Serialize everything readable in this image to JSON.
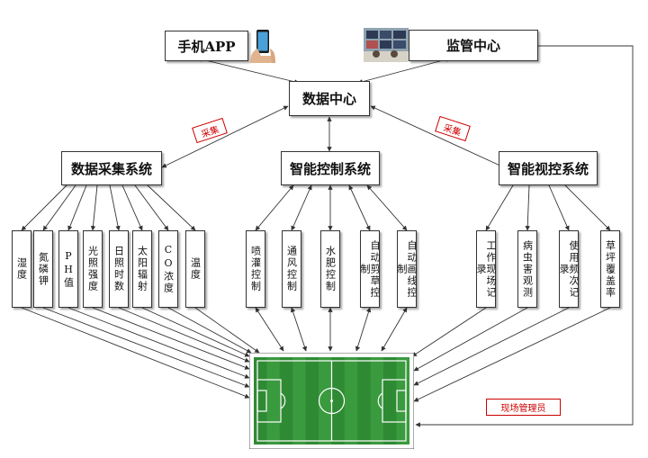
{
  "top": {
    "app_label": "手机APP",
    "monitor_label": "监管中心",
    "data_center": "数据中心"
  },
  "collect_tags": [
    "采集",
    "采集"
  ],
  "systems": {
    "collection": {
      "title": "数据采集系统",
      "items": [
        "湿度",
        "氮磷钾",
        "PH值",
        "光照强度",
        "日照时数",
        "太阳辐射",
        "CO浓度",
        "温度"
      ]
    },
    "control": {
      "title": "智能控制系统",
      "items": [
        "喷灌控制",
        "通风控制",
        "水肥控制",
        "自动剪草控制",
        "自动画线控制"
      ]
    },
    "vision": {
      "title": "智能视控系统",
      "items": [
        "工作现场记录",
        "病虫害观测",
        "使用频次记录",
        "草坪覆盖率"
      ]
    }
  },
  "manager_label": "现场管理员",
  "colors": {
    "stamp": "#cc0000",
    "field_green": "#3a9a3e",
    "field_dark": "#2f8a34",
    "line": "#333333"
  }
}
